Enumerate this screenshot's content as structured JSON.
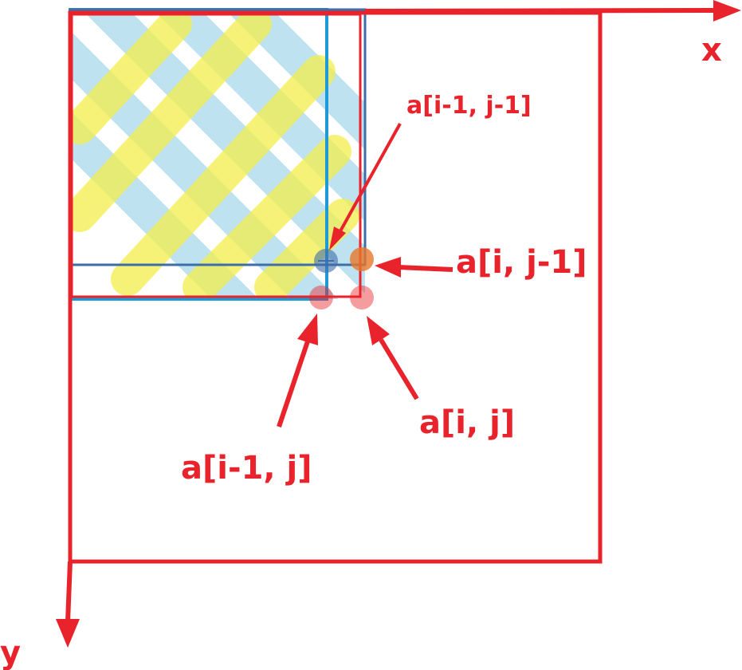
{
  "axes": {
    "x_label": "x",
    "y_label": "y"
  },
  "points": {
    "top_left": "a[i-1, j-1]",
    "top_right": "a[i, j-1]",
    "bottom_left": "a[i-1, j]",
    "bottom_right": "a[i, j]"
  },
  "colors": {
    "red": "#e8232b",
    "blue": "#1e9ad6",
    "dark_blue": "#3d6ea8",
    "yellow_stripe": "#f3ee4c",
    "blue_stripe": "#a9d9ea",
    "orange": "#e8772b"
  }
}
